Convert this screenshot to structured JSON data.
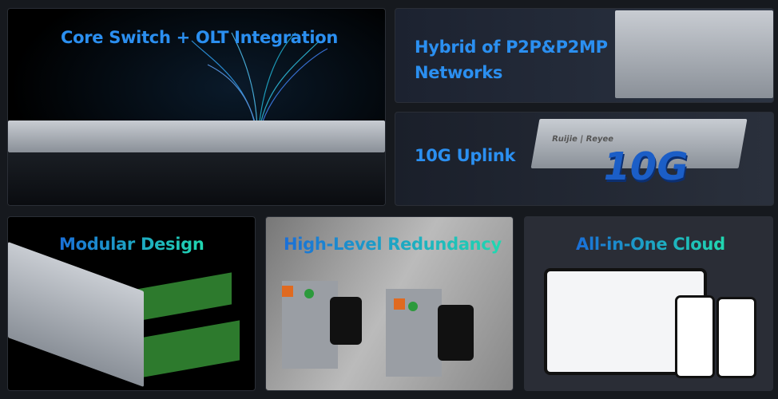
{
  "cards": [
    {
      "title": "Core Switch + OLT Integration"
    },
    {
      "title": "Hybrid of P2P&P2MP",
      "title2": "Networks"
    },
    {
      "title": "10G Uplink",
      "badge": "10G",
      "brand": "Ruijie | Reyee"
    },
    {
      "title": "Modular Design"
    },
    {
      "title": "High-Level Redundancy"
    },
    {
      "title": "All-in-One Cloud"
    }
  ]
}
